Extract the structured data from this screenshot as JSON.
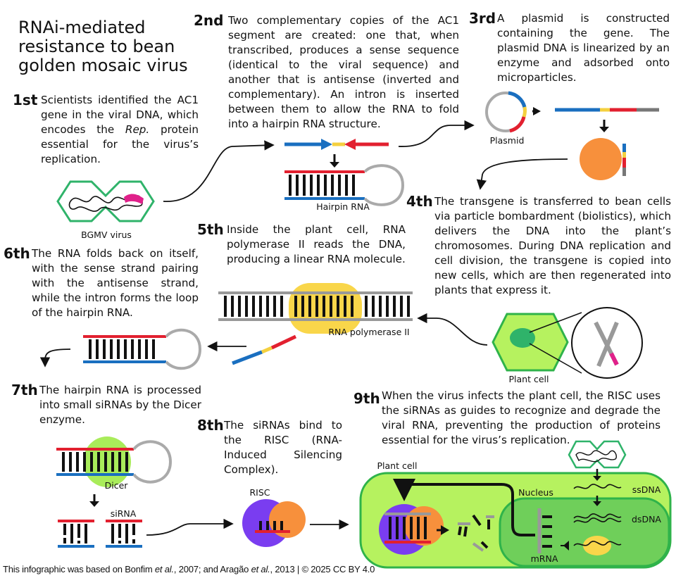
{
  "title": "RNAi-mediated resistance to bean golden mosaic virus",
  "steps": [
    {
      "num": "1st",
      "text_a": "Scientists identified the AC1 gene in the viral DNA, which encodes the ",
      "text_em": "Rep.",
      "text_b": " protein essential for the virus’s replication."
    },
    {
      "num": "2nd",
      "text": "Two complementary copies of the AC1 segment are created: one that, when transcribed, produces a sense sequence (identical to the viral sequence) and another that is antisense (inverted and complementary). An intron is inserted between them to allow the RNA to fold into a hairpin RNA structure."
    },
    {
      "num": "3rd",
      "text": "A plasmid is constructed containing the gene. The plasmid DNA is linearized by an enzyme and adsorbed onto microparticles."
    },
    {
      "num": "4th",
      "text": "The transgene is transferred to bean cells via particle bombardment (biolistics), which delivers the DNA into the plant’s chromosomes. During DNA replication and cell division, the transgene is copied into new cells, which are then regenerated into plants that express it."
    },
    {
      "num": "5th",
      "text": "Inside the plant cell, RNA polymerase II reads the DNA, producing a linear RNA molecule."
    },
    {
      "num": "6th",
      "text": "The RNA folds back on itself, with the sense strand pairing with the antisense strand, while the intron forms the loop of the hairpin RNA."
    },
    {
      "num": "7th",
      "text": "The hairpin RNA is processed into small siRNAs by the Dicer enzyme."
    },
    {
      "num": "8th",
      "text": "The siRNAs bind to the RISC (RNA-Induced Silencing Complex)."
    },
    {
      "num": "9th",
      "text": "When the virus infects the plant cell, the RISC uses the siRNAs as guides to recognize and degrade the viral RNA, preventing the production of proteins essential for the virus’s replication."
    }
  ],
  "labels": {
    "bgmv": "BGMV virus",
    "hairpin": "Hairpin RNA",
    "plasmid": "Plasmid",
    "rnapol": "RNA polymerase II",
    "plantcell": "Plant cell",
    "dicer": "Dicer",
    "sirna": "siRNA",
    "risc": "RISC",
    "plantcell2": "Plant cell",
    "nucleus": "Nucleus",
    "ssdna": "ssDNA",
    "dsdna": "dsDNA",
    "mrna": "mRNA"
  },
  "footer": {
    "a": "This infographic was based on Bonfim ",
    "b": "et al.",
    "c": ", 2007; and Aragão ",
    "d": "et al.",
    "e": ", 2013 | © 2025 CC BY 4.0"
  },
  "colors": {
    "sense": "#1a6fc0",
    "antisense": "#e2202f",
    "intron": "#f4d03f",
    "loop": "#aaaaaa",
    "virus": "#2fb36a",
    "accent": "#e0218a",
    "microparticle": "#f7903c",
    "cell": "#b6f25f",
    "cellBorder": "#2fb34a",
    "nucleusFill": "#6fcf5a",
    "rnapol": "#f9d64a",
    "risc": "#7a3df0",
    "dicer": "#a9ec5a"
  }
}
